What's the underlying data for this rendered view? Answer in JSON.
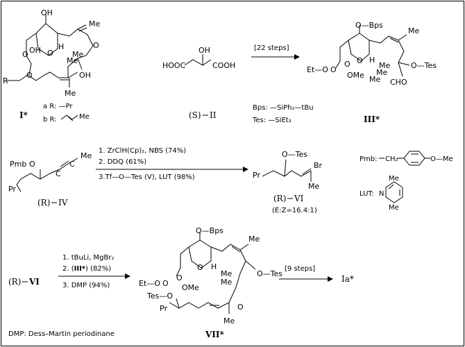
{
  "scheme": {
    "compound_I": {
      "label": "I*",
      "variant_a": "a R: —Pr",
      "variant_b": "b R:",
      "atoms": {
        "oh_top": "OH",
        "me_right": "Me",
        "oh_ring": "OH",
        "h": "H",
        "o1": "O",
        "o2": "O",
        "o3": "O",
        "o_ketone": "O",
        "me1": "Me",
        "me2": "Me",
        "oh_bottom": "OH",
        "me_bottom": "Me",
        "r": "R"
      }
    },
    "compound_II": {
      "label_prefix": "(S)",
      "label_roman": "II",
      "left_acid": "HOOC",
      "right_acid": "COOH",
      "oh": "OH"
    },
    "arrow1": {
      "label": "[22 steps]"
    },
    "compound_III": {
      "label": "III*",
      "atoms": {
        "o_bps": "O—Bps",
        "o1": "O",
        "o2": "O",
        "o3": "O",
        "eto": "Et—O",
        "ome": "OMe",
        "h": "H",
        "me_right": "Me",
        "me1": "Me",
        "me2": "Me",
        "me3": "Me",
        "otes": "O—Tes",
        "cho": "CHO"
      }
    },
    "definitions": {
      "bps": "Bps: —SiPh₂—tBu",
      "tes": "Tes: —SiEt₃",
      "pmb_prefix": "Pmb:",
      "pmb_ch2": "CH₂",
      "pmb_ome": "O—Me",
      "lut_label": "LUT:",
      "lut_me_top": "Me",
      "lut_n": "N",
      "lut_me_bottom": "Me"
    },
    "compound_IV": {
      "label_prefix": "(R)",
      "label_roman": "IV",
      "atoms": {
        "pmb": "Pmb",
        "o": "O",
        "c1": "C",
        "c2": "C",
        "me": "Me",
        "pr": "Pr"
      }
    },
    "arrow2": {
      "step1": "1. ZrClH(Cp)₂, NBS (74%)",
      "step2": "2. DDQ (61%)",
      "step3": "3.Tf—O—Tes (V), LUT (98%)"
    },
    "compound_VI": {
      "label_prefix": "(R)",
      "label_roman": "VI",
      "ratio": "(E:Z=16.4:1)",
      "atoms": {
        "otes": "O—Tes",
        "pr": "Pr",
        "br": "Br",
        "me": "Me"
      }
    },
    "row3_start": {
      "label_prefix": "(R)",
      "label_roman": "VI"
    },
    "arrow3": {
      "step1": "1. tBuLi, MgBr₂",
      "step2_prefix": "2. (",
      "step2_compound": "III*",
      "step2_suffix": ") (82%)",
      "step3": "3. DMP (94%)"
    },
    "compound_VII": {
      "label": "VII*",
      "atoms": {
        "o_bps": "O—Bps",
        "o1": "O",
        "o2": "O",
        "o3": "O",
        "o4": "O",
        "eto": "Et—O",
        "ome": "OMe",
        "tes_o": "Tes—O",
        "pr": "Pr",
        "h": "H",
        "me_right": "Me",
        "me1": "Me",
        "me2": "Me",
        "otes": "O—Tes",
        "o_ketone": "O",
        "me_bottom": "Me"
      }
    },
    "arrow4": {
      "label": "[9 steps]"
    },
    "product": {
      "label": "Ia*"
    },
    "footnote": "DMP:  Dess–Martin periodinane"
  }
}
